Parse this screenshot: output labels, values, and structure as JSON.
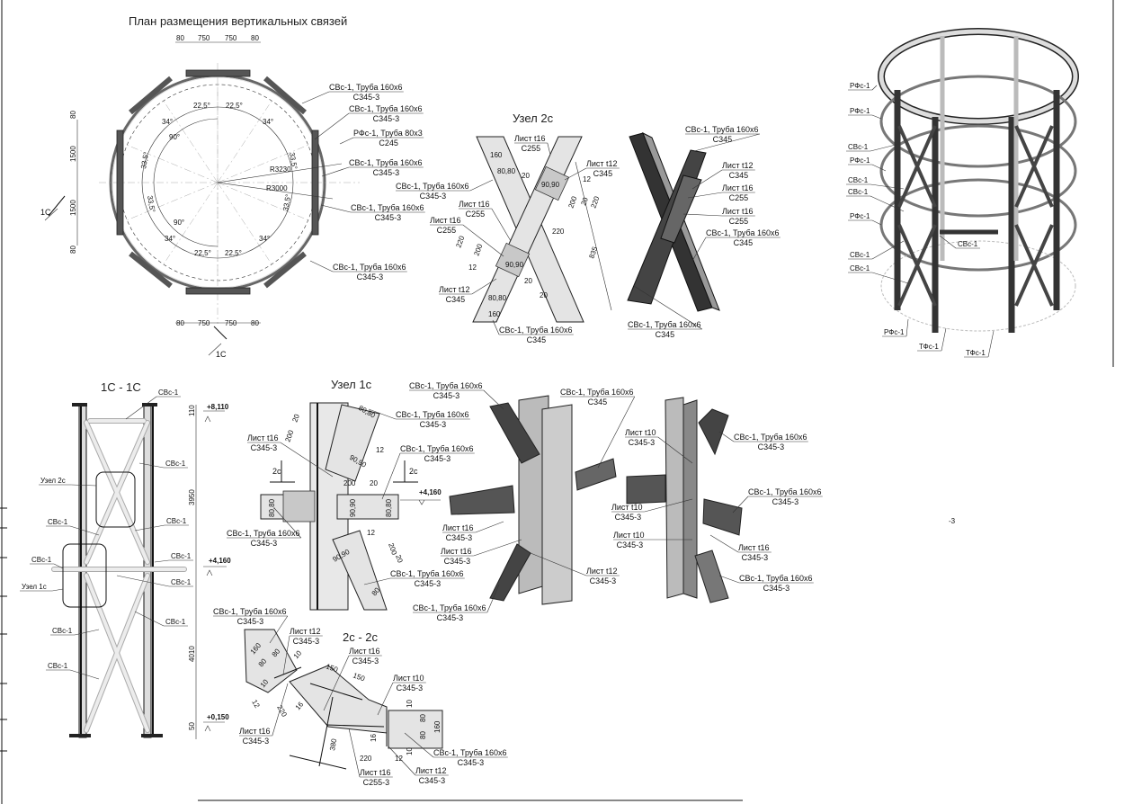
{
  "plan": {
    "title": "План размещения вертикальных связей",
    "dims_top": [
      "80",
      "750",
      "750",
      "80"
    ],
    "dims_bottom": [
      "80",
      "750",
      "750",
      "80"
    ],
    "dims_left": [
      "80",
      "1500",
      "1500",
      "80"
    ],
    "angles": [
      "22,5°",
      "22,5°",
      "34°",
      "34°",
      "90°",
      "33,5°",
      "33,5°",
      "33,5°",
      "33,5°",
      "90°",
      "34°",
      "34°",
      "22,5°",
      "22,5°"
    ],
    "radius_outer": "R3230",
    "radius_inner": "R3000",
    "section_mark": "1С",
    "callouts": [
      {
        "mark": "СВс-1, Труба 160х6",
        "steel": "С345-3"
      },
      {
        "mark": "СВс-1, Труба 160х6",
        "steel": "С345-3"
      },
      {
        "mark": "РФс-1, Труба 80х3",
        "steel": "С245"
      },
      {
        "mark": "СВс-1, Труба 160х6",
        "steel": "С345-3"
      },
      {
        "mark": "СВс-1, Труба 160х6",
        "steel": "С345-3"
      },
      {
        "mark": "СВс-1, Труба 160х6",
        "steel": "С345-3"
      }
    ]
  },
  "node2c": {
    "title": "Узел 2с",
    "dims": [
      "160",
      "80,80",
      "90,90",
      "20",
      "12",
      "200",
      "20",
      "220",
      "220",
      "835",
      "220",
      "20",
      "200",
      "12",
      "90,90",
      "20",
      "80,80",
      "160"
    ],
    "callouts": [
      {
        "mark": "Лист t16",
        "steel": "С255"
      },
      {
        "mark": "Лист t12",
        "steel": "С345"
      },
      {
        "mark": "СВс-1, Труба 160х6",
        "steel": "С345-3"
      },
      {
        "mark": "Лист t16",
        "steel": "С255"
      },
      {
        "mark": "Лист t16",
        "steel": "С255"
      },
      {
        "mark": "Лист t12",
        "steel": "С345"
      },
      {
        "mark": "СВс-1, Труба 160х6",
        "steel": "С345"
      }
    ],
    "iso_callouts": [
      {
        "mark": "СВс-1, Труба 160х6",
        "steel": "С345"
      },
      {
        "mark": "Лист t12",
        "steel": "С345"
      },
      {
        "mark": "Лист t16",
        "steel": "С255"
      },
      {
        "mark": "Лист t16",
        "steel": "С255"
      },
      {
        "mark": "СВс-1, Труба 160х6",
        "steel": "С345"
      },
      {
        "mark": "СВс-1, Труба 160х6",
        "steel": "С345"
      }
    ]
  },
  "tower": {
    "labels": [
      "РФс-1",
      "РФс-1",
      "СВс-1",
      "РФс-1",
      "СВс-1",
      "СВс-1",
      "РФс-1",
      "СВс-1",
      "СВс-1",
      "СВс-1",
      "РФс-1",
      "ТФс-1",
      "ТФс-1"
    ]
  },
  "section1c": {
    "title": "1С - 1С",
    "elevations": [
      "+8,110",
      "+4,160",
      "+0,150"
    ],
    "dims": [
      "110",
      "3950",
      "4010",
      "50"
    ],
    "node_labels": [
      "Узел 2с",
      "Узел 1с"
    ],
    "labels": [
      "СВс-1",
      "СВс-1",
      "СВс-1",
      "СВс-1",
      "СВс-1",
      "СВс-1",
      "СВс-1",
      "СВс-1",
      "СВс-1",
      "СВс-1"
    ]
  },
  "node1c": {
    "title": "Узел 1с",
    "section_marks": [
      "2с",
      "2с"
    ],
    "elevation": "+4,160",
    "dims": [
      "200",
      "20",
      "80,80",
      "90,90",
      "90,90",
      "80,80",
      "12",
      "20",
      "200",
      "12",
      "200",
      "20",
      "80,80",
      "90,90",
      "80"
    ],
    "callouts": [
      {
        "mark": "СВс-1, Труба 160х6",
        "steel": "С345-3"
      },
      {
        "mark": "Лист t16",
        "steel": "С345-3"
      },
      {
        "mark": "СВс-1, Труба 160х6",
        "steel": "С345-3"
      },
      {
        "mark": "СВс-1, Труба 160х6",
        "steel": "С345-3"
      },
      {
        "mark": "СВс-1, Труба 160х6",
        "steel": "С345-3"
      }
    ]
  },
  "iso_nodes": {
    "callouts": [
      {
        "mark": "СВс-1, Труба 160х6",
        "steel": "С345-3"
      },
      {
        "mark": "СВс-1, Труба 160х6",
        "steel": "С345"
      },
      {
        "mark": "Лист t16",
        "steel": "С345-3"
      },
      {
        "mark": "Лист t16",
        "steel": "С345-3"
      },
      {
        "mark": "Лист t12",
        "steel": "С345-3"
      },
      {
        "mark": "СВс-1, Труба 160х6",
        "steel": "С345-3"
      },
      {
        "mark": "Лист t10",
        "steel": "С345-3"
      },
      {
        "mark": "СВс-1, Труба 160х6",
        "steel": "С345-3"
      },
      {
        "mark": "Лист t10",
        "steel": "С345-3"
      },
      {
        "mark": "СВс-1, Труба 160х6",
        "steel": "С345-3"
      },
      {
        "mark": "Лист t10",
        "steel": "С345-3"
      },
      {
        "mark": "Лист t16",
        "steel": "С345-3"
      },
      {
        "mark": "СВс-1, Труба 160х6",
        "steel": "С345-3"
      }
    ]
  },
  "section2c": {
    "title": "2с - 2с",
    "dims": [
      "160",
      "80",
      "80",
      "10",
      "10",
      "12",
      "220",
      "16",
      "150",
      "150",
      "10",
      "80",
      "80",
      "10",
      "160",
      "16",
      "380",
      "220",
      "12"
    ],
    "callouts": [
      {
        "mark": "СВс-1, Труба 160х6",
        "steel": "С345-3"
      },
      {
        "mark": "Лист t12",
        "steel": "С345-3"
      },
      {
        "mark": "Лист t16",
        "steel": "С345-3"
      },
      {
        "mark": "Лист t10",
        "steel": "С345-3"
      },
      {
        "mark": "Лист t16",
        "steel": "С345-3"
      },
      {
        "mark": "СВс-1, Труба 160х6",
        "steel": "С345-3"
      },
      {
        "mark": "Лист t16",
        "steel": "С255-3"
      },
      {
        "mark": "Лист t12",
        "steel": "С345-3"
      }
    ]
  },
  "sheet": {
    "stray_text": "-3"
  }
}
